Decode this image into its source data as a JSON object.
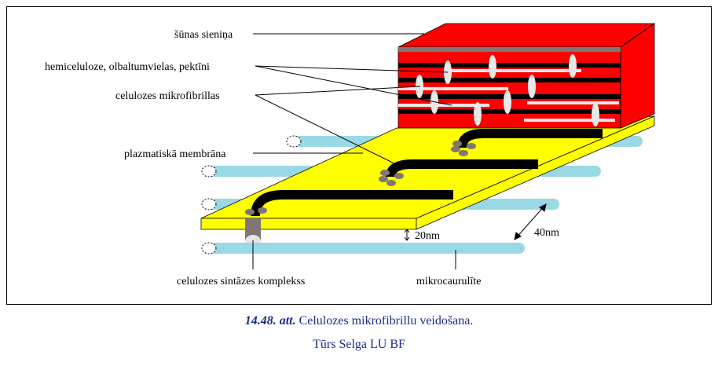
{
  "labels": {
    "cell_wall": "šūnas sieniņa",
    "matrix": "hemiceluloze, olbaltumvielas, pektīni",
    "microfibrils": "celulozes mikrofibrillas",
    "membrane": "plazmatiskā membrāna",
    "synthase": "celulozes sintāzes komplekss",
    "microtubule": "mikrocaurulīte",
    "dist_20": "20nm",
    "dist_40": "40nm"
  },
  "caption": {
    "number": "14.48. att.",
    "title": "Celulozes mikrofibrillu veidošana.",
    "credit": "Tūrs Selga LU BF"
  },
  "colors": {
    "wall": "#ff0000",
    "membrane": "#ffff00",
    "microtubule": "#99d9e6",
    "fibril": "#000000",
    "complex": "#7f7676"
  }
}
